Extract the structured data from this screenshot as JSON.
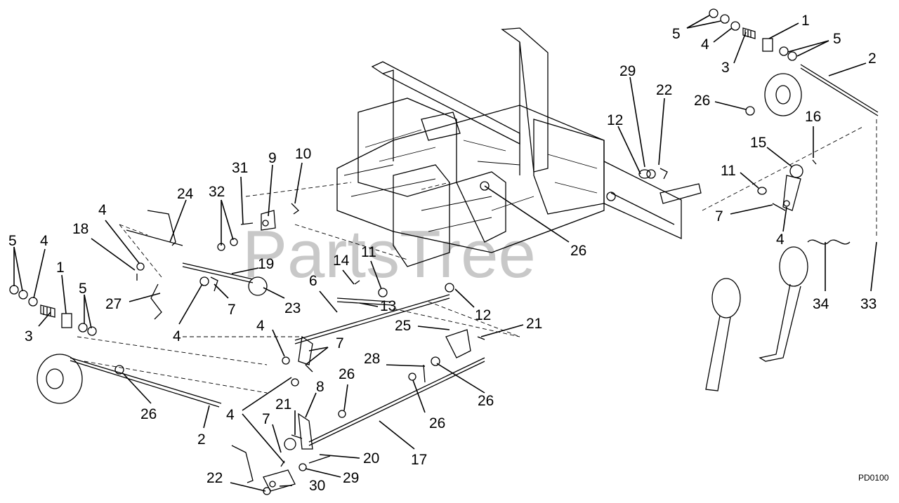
{
  "watermark": "PartsTree",
  "diagram_code": "PD0100",
  "callouts": [
    {
      "id": "c-5a",
      "text": "5"
    },
    {
      "id": "c-4a",
      "text": "4"
    },
    {
      "id": "c-1a",
      "text": "1"
    },
    {
      "id": "c-5b",
      "text": "5"
    },
    {
      "id": "c-3a",
      "text": "3"
    },
    {
      "id": "c-2a",
      "text": "2"
    },
    {
      "id": "c-29a",
      "text": "29"
    },
    {
      "id": "c-22a",
      "text": "22"
    },
    {
      "id": "c-26a",
      "text": "26"
    },
    {
      "id": "c-12a",
      "text": "12"
    },
    {
      "id": "c-16",
      "text": "16"
    },
    {
      "id": "c-15",
      "text": "15"
    },
    {
      "id": "c-11a",
      "text": "11"
    },
    {
      "id": "c-7a",
      "text": "7"
    },
    {
      "id": "c-4b",
      "text": "4"
    },
    {
      "id": "c-34",
      "text": "34"
    },
    {
      "id": "c-33",
      "text": "33"
    },
    {
      "id": "c-31",
      "text": "31"
    },
    {
      "id": "c-9",
      "text": "9"
    },
    {
      "id": "c-10",
      "text": "10"
    },
    {
      "id": "c-24",
      "text": "24"
    },
    {
      "id": "c-32",
      "text": "32"
    },
    {
      "id": "c-26b",
      "text": "26"
    },
    {
      "id": "c-5c",
      "text": "5"
    },
    {
      "id": "c-4c",
      "text": "4"
    },
    {
      "id": "c-18",
      "text": "18"
    },
    {
      "id": "c-4d",
      "text": "4"
    },
    {
      "id": "c-1b",
      "text": "1"
    },
    {
      "id": "c-19",
      "text": "19"
    },
    {
      "id": "c-14",
      "text": "14"
    },
    {
      "id": "c-11b",
      "text": "11"
    },
    {
      "id": "c-27",
      "text": "27"
    },
    {
      "id": "c-7b",
      "text": "7"
    },
    {
      "id": "c-23",
      "text": "23"
    },
    {
      "id": "c-6",
      "text": "6"
    },
    {
      "id": "c-13",
      "text": "13"
    },
    {
      "id": "c-12b",
      "text": "12"
    },
    {
      "id": "c-5d",
      "text": "5"
    },
    {
      "id": "c-3b",
      "text": "3"
    },
    {
      "id": "c-4e",
      "text": "4"
    },
    {
      "id": "c-4f",
      "text": "4"
    },
    {
      "id": "c-25",
      "text": "25"
    },
    {
      "id": "c-21a",
      "text": "21"
    },
    {
      "id": "c-7c",
      "text": "7"
    },
    {
      "id": "c-28",
      "text": "28"
    },
    {
      "id": "c-26c",
      "text": "26"
    },
    {
      "id": "c-26d",
      "text": "26"
    },
    {
      "id": "c-26e",
      "text": "26"
    },
    {
      "id": "c-8",
      "text": "8"
    },
    {
      "id": "c-26f",
      "text": "26"
    },
    {
      "id": "c-2b",
      "text": "2"
    },
    {
      "id": "c-4g",
      "text": "4"
    },
    {
      "id": "c-21b",
      "text": "21"
    },
    {
      "id": "c-7d",
      "text": "7"
    },
    {
      "id": "c-17",
      "text": "17"
    },
    {
      "id": "c-20",
      "text": "20"
    },
    {
      "id": "c-22b",
      "text": "22"
    },
    {
      "id": "c-30",
      "text": "30"
    },
    {
      "id": "c-29b",
      "text": "29"
    }
  ]
}
